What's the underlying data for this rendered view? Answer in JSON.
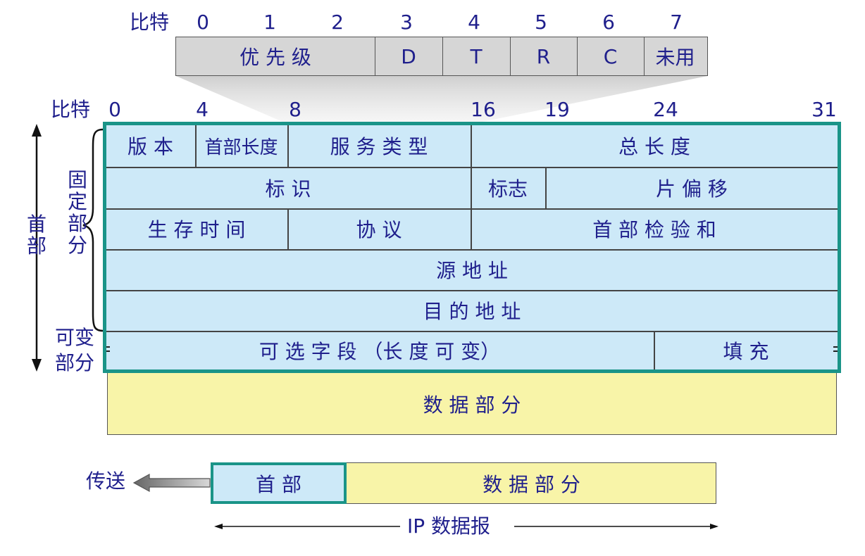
{
  "tos": {
    "bits_label": "比特",
    "bits": [
      "0",
      "1",
      "2",
      "3",
      "4",
      "5",
      "6",
      "7"
    ],
    "fields": [
      "优 先 级",
      "D",
      "T",
      "R",
      "C",
      "未用"
    ]
  },
  "header": {
    "bits_label": "比特",
    "bits": [
      "0",
      "4",
      "8",
      "16",
      "19",
      "24",
      "31"
    ],
    "rows": {
      "version": "版 本",
      "ihl": "首部长度",
      "tos": "服 务 类 型",
      "total_length": "总  长  度",
      "identification": "标    识",
      "flags": "标志",
      "fragment_offset": "片  偏  移",
      "ttl": "生 存 时 间",
      "protocol": "协    议",
      "checksum": "首  部  检  验  和",
      "src": "源  地  址",
      "dst": "目  的  地  址",
      "options": "可  选  字  段 （长  度  可  变）",
      "padding": "填    充"
    },
    "data_part": "数      据      部      分"
  },
  "side_labels": {
    "header": "首部",
    "fixed": "固定部分",
    "variable_1": "可变",
    "variable_2": "部分"
  },
  "datagram": {
    "send": "传送",
    "header": "首  部",
    "data": "数      据      部      分",
    "caption": "IP 数据报"
  },
  "colors": {
    "header_fill": "#cde9f8",
    "data_fill": "#f8f4a8",
    "tos_fill": "#d6d6d6",
    "frame": "#1a9488",
    "text": "#1f1f8c"
  }
}
